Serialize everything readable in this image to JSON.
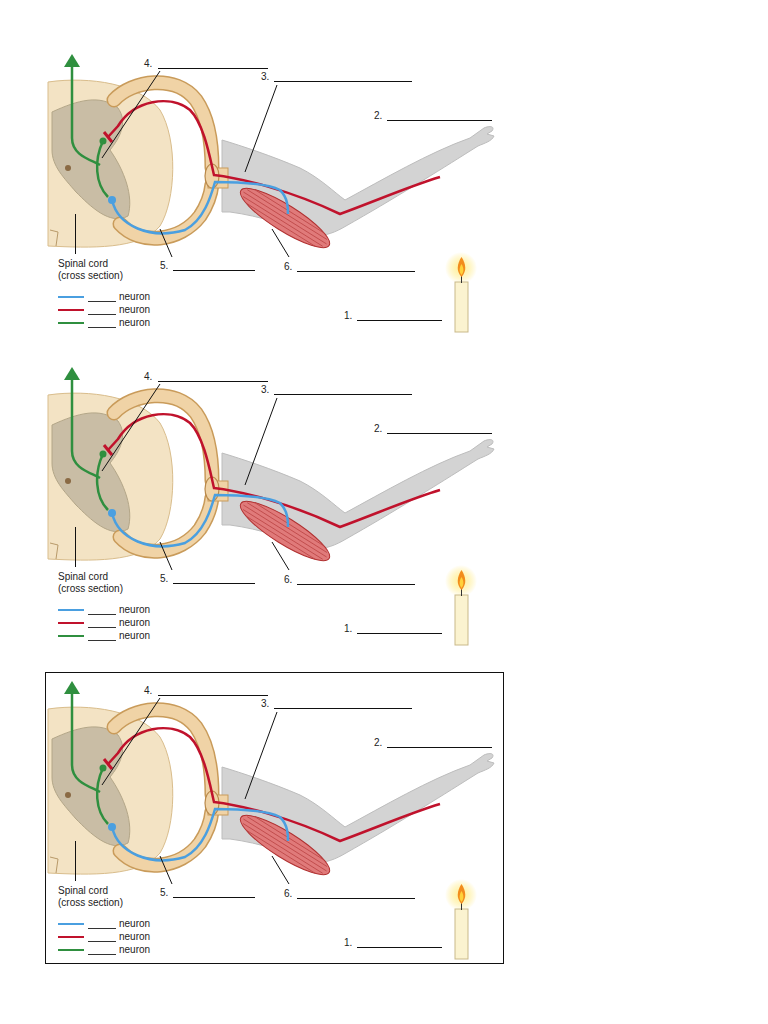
{
  "diagram": {
    "labels": [
      "4.",
      "3.",
      "2.",
      "5.",
      "6.",
      "1.",
      "Spinal cord (cross section)",
      "4.",
      "3.",
      "2.",
      "5.",
      "6.",
      "1.",
      "Spinal cord (cross section)",
      "4.",
      "3.",
      "2.",
      "5.",
      "6.",
      "1.",
      "Spinal cord (cross section)"
    ],
    "legend": [
      {
        "text": "neuron",
        "color": "#4a9fe0"
      },
      {
        "text": "neuron",
        "color": "#c0122c"
      },
      {
        "text": "neuron",
        "color": "#2f8f3f"
      },
      {
        "text": "neuron",
        "color": "#4a9fe0"
      },
      {
        "text": "neuron",
        "color": "#c0122c"
      },
      {
        "text": "neuron",
        "color": "#2f8f3f"
      },
      {
        "text": "neuron",
        "color": "#4a9fe0"
      },
      {
        "text": "neuron",
        "color": "#c0122c"
      },
      {
        "text": "neuron",
        "color": "#2f8f3f"
      }
    ]
  }
}
